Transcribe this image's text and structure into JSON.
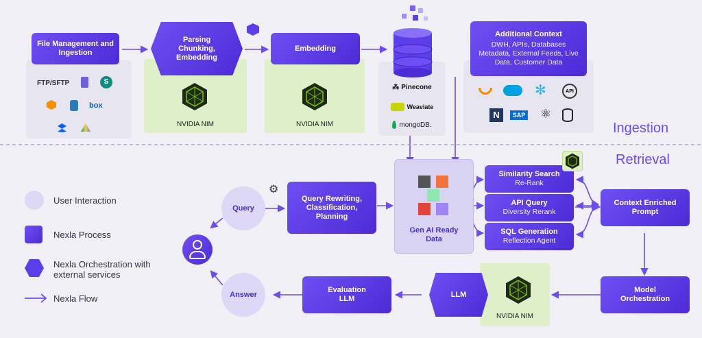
{
  "colors": {
    "accent": "#5b3fe8",
    "nim_green": "#76b900",
    "circle": "#dcd8f5",
    "flow": "#6c4cf0"
  },
  "sections": {
    "ingestion": "Ingestion",
    "retrieval": "Retrieval"
  },
  "ingestion": {
    "file_management": "File Management and Ingestion",
    "parsing": "Parsing Chunking, Embedding",
    "embedding": "Embedding",
    "nim_label": "NVIDIA NIM",
    "sources": {
      "ftp": "FTP/SFTP",
      "box": "box"
    },
    "vector_dbs": [
      "Pinecone",
      "Weaviate",
      "mongoDB."
    ],
    "additional_context": {
      "title": "Additional Context",
      "lines": "DWH, APIs, Databases Metadata, External Feeds, Live Data, Customer Data"
    },
    "context_logos": {
      "sap": "SAP",
      "api": "API",
      "n": "N"
    }
  },
  "retrieval": {
    "query": "Query",
    "rewrite": "Query Rewriting, Classification, Planning",
    "genai": "Gen AI Ready Data",
    "similarity": {
      "title": "Similarity Search",
      "sub": "Re-Rank"
    },
    "api_query": {
      "title": "API Query",
      "sub": "Diversity Rerank"
    },
    "sql": {
      "title": "SQL Generation",
      "sub": "Reflection Agent"
    },
    "context_prompt": "Context Enriched Prompt",
    "model_orchestration": "Model Orchestration",
    "llm": "LLM",
    "nim_label": "NVIDIA NIM",
    "evaluation": "Evaluation LLM",
    "answer": "Answer"
  },
  "legend": [
    {
      "icon": "circle-icon",
      "label": "User Interaction"
    },
    {
      "icon": "square-icon",
      "label": "Nexla Process"
    },
    {
      "icon": "hexagon-icon",
      "label": "Nexla Orchestration with external services"
    },
    {
      "icon": "arrow-icon",
      "label": "Nexla Flow"
    }
  ]
}
